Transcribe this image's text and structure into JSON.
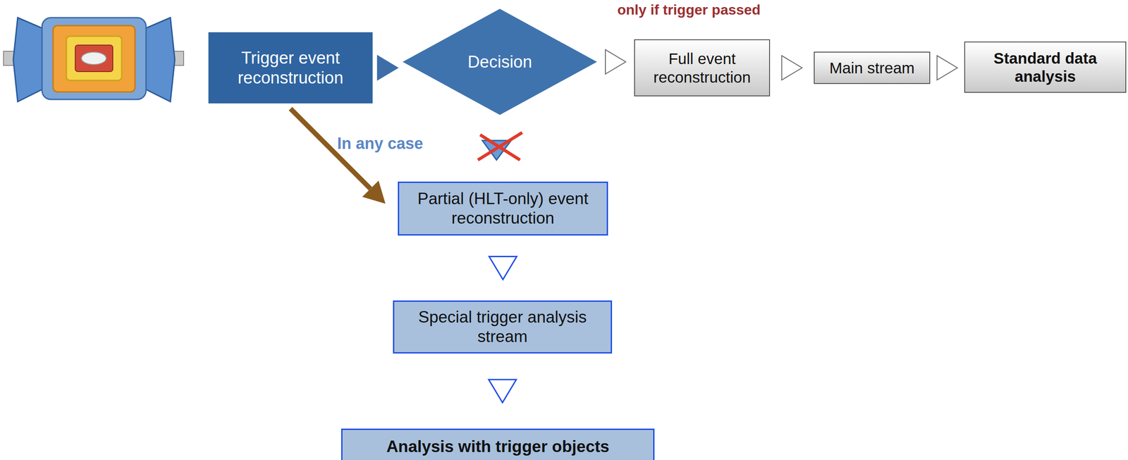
{
  "diagram": {
    "nodes": [
      {
        "text": [
          "Trigger event reconstruction"
        ]
      },
      {
        "text": [
          "Decision"
        ]
      },
      {
        "text": [
          "Full event reconstruction"
        ]
      },
      {
        "text": [
          "Main stream"
        ]
      },
      {
        "text": [
          "Standard data analysis"
        ]
      },
      {
        "text": [
          "Partial (HLT-only) event reconstruction"
        ]
      },
      {
        "text": [
          "Special trigger analysis stream"
        ]
      },
      {
        "text": [
          "Analysis with trigger objects"
        ]
      }
    ],
    "edges": [
      {
        "from": 0,
        "to": 1,
        "arrow": "to"
      },
      {
        "from": 1,
        "to": 2,
        "arrow": "to"
      },
      {
        "from": 2,
        "to": 3,
        "arrow": "to"
      },
      {
        "from": 3,
        "to": 4,
        "arrow": "to"
      },
      {
        "from": 0,
        "to": 5,
        "arrow": "to"
      },
      {
        "from": 5,
        "to": 6,
        "arrow": "to"
      },
      {
        "from": 6,
        "to": 7,
        "arrow": "to"
      }
    ],
    "labels": [
      "only if trigger passed",
      "In any case"
    ]
  }
}
